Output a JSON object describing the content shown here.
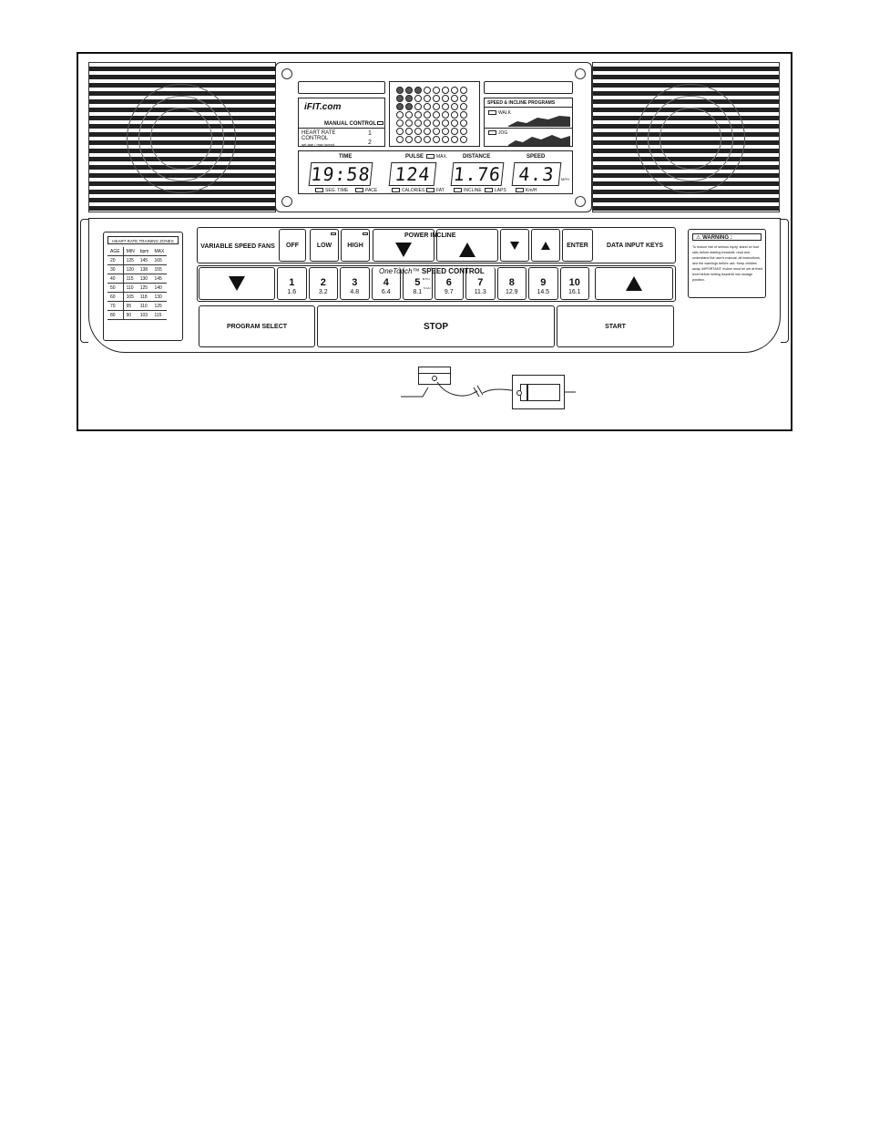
{
  "console": {
    "logo": "iFIT.com",
    "manual_control": "MANUAL CONTROL",
    "heart_rate_control": "HEART RATE CONTROL",
    "hr_sub": "set age / max speed",
    "programs_title": "SPEED & INCLINE PROGRAMS",
    "walk": "WALK",
    "jog": "JOG",
    "displays": [
      {
        "label": "TIME",
        "value": "19:58",
        "ind1": "SEG. TIME",
        "ind2": "PACE"
      },
      {
        "label": "PULSE",
        "value": "124",
        "flag": "MAX.",
        "ind1": "CALORIES",
        "ind2": "FAT"
      },
      {
        "label": "DISTANCE",
        "value": "1.76",
        "ind1": "INCLINE",
        "ind2": "LAPS"
      },
      {
        "label": "SPEED",
        "value": "4.3",
        "unit": "MPH",
        "ind1": "Km/H"
      }
    ]
  },
  "hr_zones": {
    "title": "HEART RATE TRAINING ZONES",
    "headers": [
      "AGE",
      "MIN",
      "bpm",
      "MAX"
    ],
    "rows": [
      [
        "20",
        "125",
        "145",
        "165"
      ],
      [
        "30",
        "120",
        "138",
        "155"
      ],
      [
        "40",
        "115",
        "130",
        "145"
      ],
      [
        "50",
        "110",
        "125",
        "140"
      ],
      [
        "60",
        "105",
        "118",
        "130"
      ],
      [
        "70",
        "95",
        "110",
        "125"
      ],
      [
        "80",
        "90",
        "103",
        "115"
      ]
    ]
  },
  "keys": {
    "fans_label": "VARIABLE SPEED FANS",
    "off": "OFF",
    "low": "LOW",
    "high": "HIGH",
    "power_incline": "POWER INCLINE",
    "enter": "ENTER",
    "data_input": "DATA INPUT KEYS",
    "speed_control_brand": "OneTouch™",
    "speed_control": "SPEED CONTROL",
    "speeds": [
      {
        "n": "1",
        "s": "1.6"
      },
      {
        "n": "2",
        "s": "3.2"
      },
      {
        "n": "3",
        "s": "4.8"
      },
      {
        "n": "4",
        "s": "6.4"
      },
      {
        "n": "5",
        "s": "8.1"
      },
      {
        "n": "6",
        "s": "9.7"
      },
      {
        "n": "7",
        "s": "11.3"
      },
      {
        "n": "8",
        "s": "12.9"
      },
      {
        "n": "9",
        "s": "14.5"
      },
      {
        "n": "10",
        "s": "16.1"
      }
    ],
    "speed_unit_mph": "M.P.H.",
    "speed_unit_kmh": "Km/H",
    "program_select": "PROGRAM SELECT",
    "stop": "STOP",
    "start": "START"
  },
  "warning": {
    "title": "WARNING :",
    "text": "To reduce risk of serious injury, stand on foot rails before starting treadmill, read and understand the user's manual, all instructions, and the warnings before use. Keep children away. IMPORTANT: Incline must be set at fixed level before folding treadmill into storage position."
  }
}
